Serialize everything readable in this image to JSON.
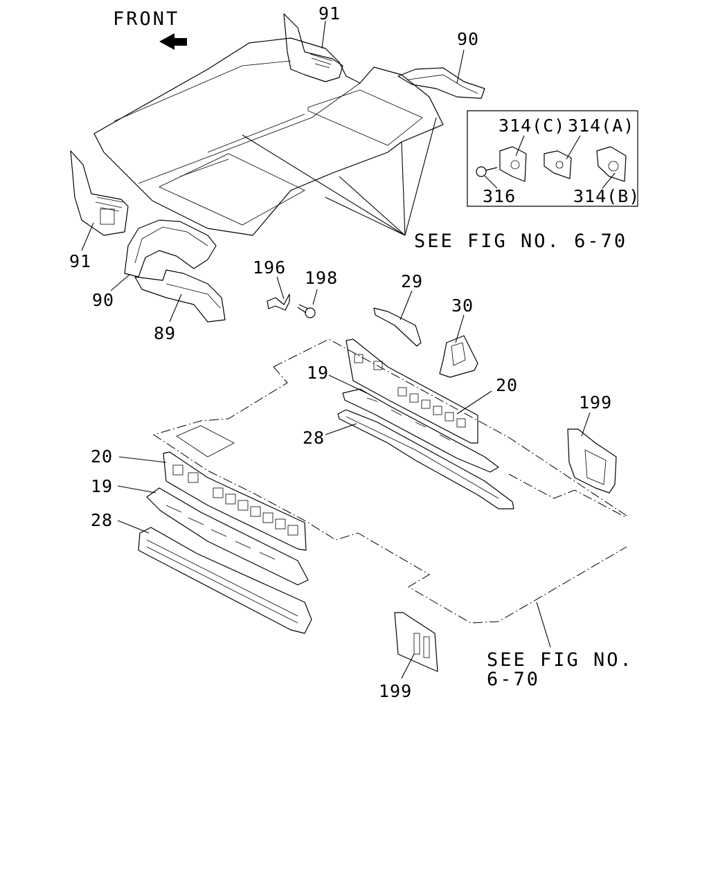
{
  "front_label": "FRONT",
  "see_fig_top": "SEE FIG NO. 6-70",
  "see_fig_bottom_1": "SEE FIG NO.",
  "see_fig_bottom_2": "6-70",
  "inset": {
    "c": "314(C)",
    "a": "314(A)",
    "b": "314(B)",
    "screw": "316"
  },
  "callouts": {
    "p91_top": "91",
    "p90_top": "90",
    "p91_left": "91",
    "p90_left": "90",
    "p89": "89",
    "p196": "196",
    "p198": "198",
    "p29": "29",
    "p30": "30",
    "p19_right": "19",
    "p20_right": "20",
    "p28_right": "28",
    "p199_right": "199",
    "p20_left": "20",
    "p19_left": "19",
    "p28_left": "28",
    "p199_bottom": "199"
  }
}
